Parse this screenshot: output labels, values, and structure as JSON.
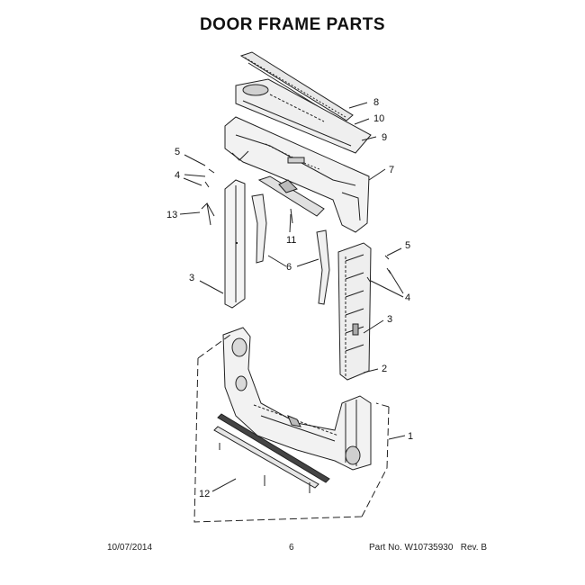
{
  "header": {
    "title": "DOOR FRAME PARTS"
  },
  "callouts": [
    {
      "id": "c8",
      "text": "8"
    },
    {
      "id": "c10",
      "text": "10"
    },
    {
      "id": "c9",
      "text": "9"
    },
    {
      "id": "c7",
      "text": "7"
    },
    {
      "id": "c5a",
      "text": "5"
    },
    {
      "id": "c4a",
      "text": "4"
    },
    {
      "id": "c13",
      "text": "13"
    },
    {
      "id": "c11",
      "text": "11"
    },
    {
      "id": "c6",
      "text": "6"
    },
    {
      "id": "c3a",
      "text": "3"
    },
    {
      "id": "c5b",
      "text": "5"
    },
    {
      "id": "c4b",
      "text": "4"
    },
    {
      "id": "c3b",
      "text": "3"
    },
    {
      "id": "c2",
      "text": "2"
    },
    {
      "id": "c1",
      "text": "1"
    },
    {
      "id": "c12",
      "text": "12"
    }
  ],
  "footer": {
    "date": "10/07/2014",
    "page": "6",
    "part_label": "Part No. W10735930",
    "rev_label": "Rev. B"
  }
}
